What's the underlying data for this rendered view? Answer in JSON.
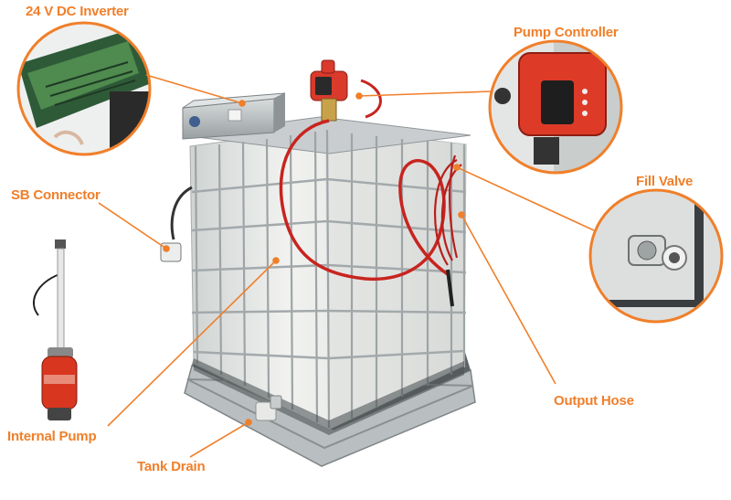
{
  "accent_color": "#f07f2a",
  "labels": {
    "inverter": "24 V DC Inverter",
    "pump_controller": "Pump Controller",
    "sb_connector": "SB Connector",
    "fill_valve": "Fill Valve",
    "output_hose": "Output Hose",
    "internal_pump": "Internal Pump",
    "tank_drain": "Tank Drain"
  }
}
